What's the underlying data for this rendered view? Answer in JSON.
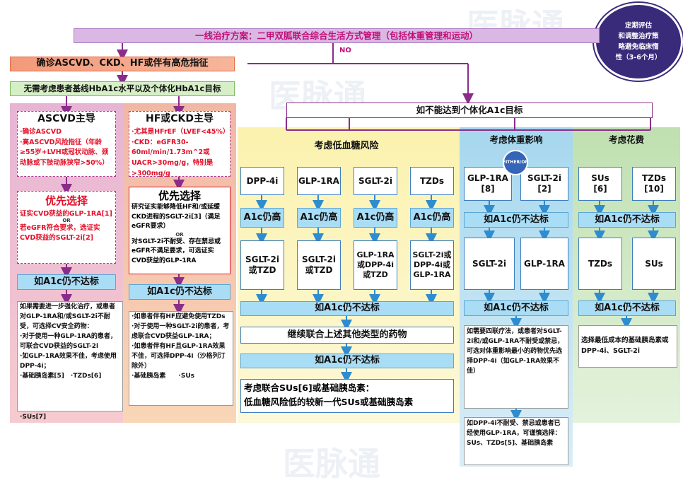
{
  "top_bar": "一线治疗方案：二甲双胍联合综合生活方式管理（包括体重管理和运动）",
  "no_label": "NO",
  "badge": [
    "定期评估",
    "和调整治疗策",
    "略避免临床惰",
    "性（3-6个月）"
  ],
  "confirm_box": "确诊ASCVD、CKD、HF或伴有高危指征",
  "no_consider_box": "无需考虑患者基线HbA1c水平以及个体化HbA1c目标",
  "cannot_reach_box": "如不能达到个体化A1c目标",
  "ascvd": {
    "title": "ASCVD主导",
    "items": [
      "·确诊ASCVD",
      "·高ASCVD风险指征（年龄≥55岁+LVH或冠状动脉、颈动脉或下肢动脉狭窄>50%）"
    ],
    "pref_title": "优先选择",
    "pref_1": "证实CVD获益的GLP-1RA[1]",
    "or": "OR",
    "pref_2": "若eGFR符合要求，选证实CVD获益的SGLT-2i[2]",
    "uncontrolled": "如A1c仍不达标",
    "bottom": [
      "如果需要进一步强化治疗，或患者对GLP-1RA和/或SGLT-2i不耐受，可选择CV安全药物：",
      "·对于使用一种GLP-1RA的患者，可联合CVD获益的SGLT-2i",
      "·如GLP-1RA效果不佳，考虑使用DPP-4i；",
      "·基础胰岛素[5]　·TZDs[6]",
      "·SUs[7]"
    ]
  },
  "hfckd": {
    "title": "HF或CKD主导",
    "items": [
      "·尤其是HFrEF（LVEF<45%）",
      "·CKD：eGFR30-60ml/min/1.73m^2或UACR>30mg/g，特别是>300mg/g"
    ],
    "pref_title": "优先选择",
    "pref_text": "研究证实能够降低HF和/或延缓CKD进程的SGLT-2i[3]（满足eGFR要求）",
    "or": "OR",
    "pref_text2": "对SGLT-2i不耐受、存在禁忌或eGFR不满足要求，可选证实CVD获益的GLP-1RA",
    "uncontrolled": "如A1c仍不达标",
    "bottom": [
      "·如患者伴有HF应避免使用TZDs",
      "·对于使用一种SGLT-2i的患者，考虑联合CVD获益GLP-1RA；",
      "·如患者伴有HF且GLP-1RA效果不佳，可选择DPP-4i（沙格列汀除外）",
      "·基础胰岛素　　·SUs"
    ]
  },
  "hypo": {
    "title": "考虑低血糖风险",
    "drugs": [
      "DPP-4i",
      "GLP-1RA",
      "SGLT-2i",
      "TZDs"
    ],
    "still_high": "A1c仍高",
    "adds": [
      "SGLT-2i或TZD",
      "SGLT-2i或TZD",
      "GLP-1RA或DPP-4i或TZD",
      "SGLT-2i或DPP-4i或GLP-1RA"
    ],
    "uncontrolled1": "如A1c仍不达标",
    "continue": "继续联合上述其他类型的药物",
    "uncontrolled2": "如A1c仍不达标",
    "final_1": "考虑联合SUs[6]或基础胰岛素：",
    "final_2": "低血糖风险低的较新一代SUs或基础胰岛素"
  },
  "weight": {
    "title": "考虑体重影响",
    "either": "EITHER/OR",
    "drug1": "GLP-1RA",
    "drug1_ref": "[8]",
    "drug2": "SGLT-2i",
    "drug2_ref": "[2]",
    "uncontrolled1": "如A1c仍不达标",
    "add1": "SGLT-2i",
    "add2": "GLP-1RA",
    "uncontrolled2": "如A1c仍不达标",
    "text1": "如需要四联疗法，或患者对SGLT-2i和/或GLP-1RA不耐受或禁忌，可选对体重影响最小的药物优先选择DPP-4i（如GLP-1RA效果不佳）",
    "text2": "如DPP-4i不耐受、禁忌或患者已经使用GLP-1RA，可谨慎选择：SUs、TZDs[5]、基础胰岛素"
  },
  "cost": {
    "title": "考虑花费",
    "drug1": "SUs",
    "drug1_ref": "[6]",
    "drug2": "TZDs",
    "drug2_ref": "[10]",
    "uncontrolled1": "如A1c仍不达标",
    "add1": "TZDs",
    "add2": "SUs",
    "uncontrolled2": "如A1c仍不达标",
    "text": "选择最低成本的基础胰岛素或DPP-4i、SGLT-2i"
  },
  "colors": {
    "purple_line": "#8a2d8a",
    "blue_line": "#2e8ccf",
    "ascvd_zone": "#f3c6cd",
    "hf_zone": "#f6c7a4",
    "hypo_zone": "#fbf3bd",
    "weight_zone": "#bfe2f2",
    "cost_zone": "#cfe7c4"
  }
}
